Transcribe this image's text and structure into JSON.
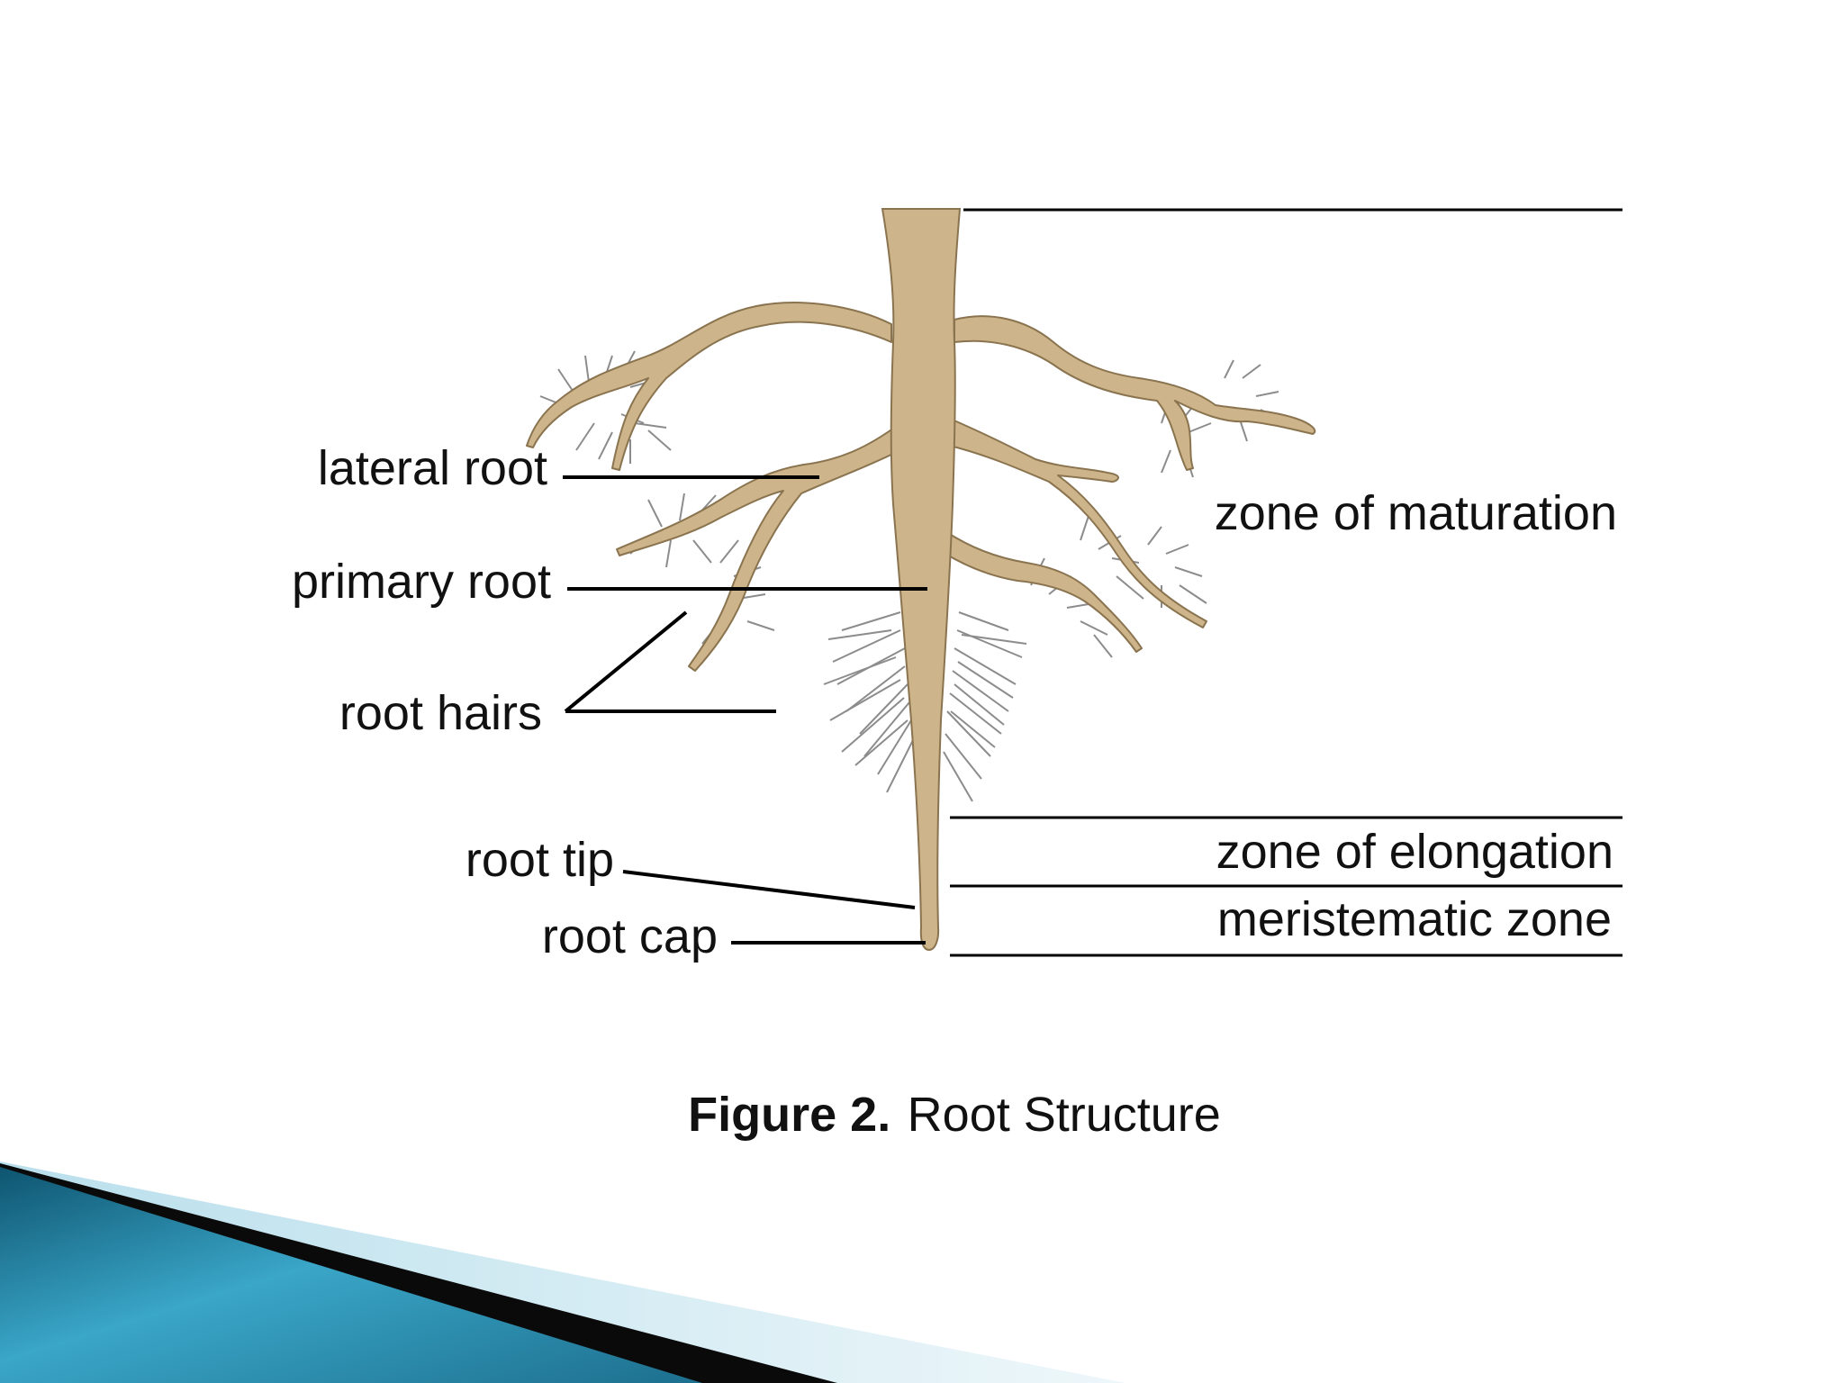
{
  "labels": {
    "lateral_root": "lateral root",
    "primary_root": "primary root",
    "root_hairs": "root hairs",
    "root_tip": "root tip",
    "root_cap": "root cap",
    "zone_of_maturation": "zone of maturation",
    "zone_of_elongation": "zone of elongation",
    "meristematic_zone": "meristematic zone"
  },
  "caption": {
    "prefix": "Figure 2.",
    "title": "Root Structure"
  },
  "colors": {
    "root_fill": "#cdb48a",
    "root_stroke": "#8a7450",
    "hairs": "#8c8c8c",
    "leader_lines": "#000000",
    "corner_dark": "#0b3b52",
    "corner_mid": "#2a87a8",
    "corner_light": "#8fcfe4"
  }
}
